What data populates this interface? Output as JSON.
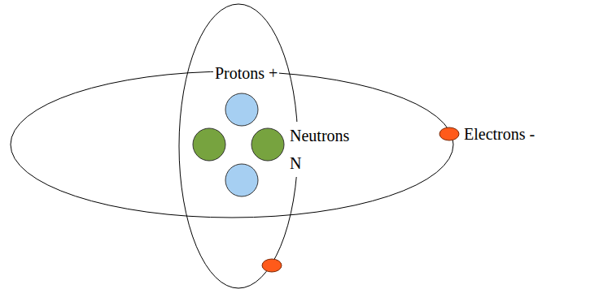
{
  "diagram": {
    "labels": [
      "Protons +",
      "Neutrons N",
      "Electrons -"
    ]
  }
}
